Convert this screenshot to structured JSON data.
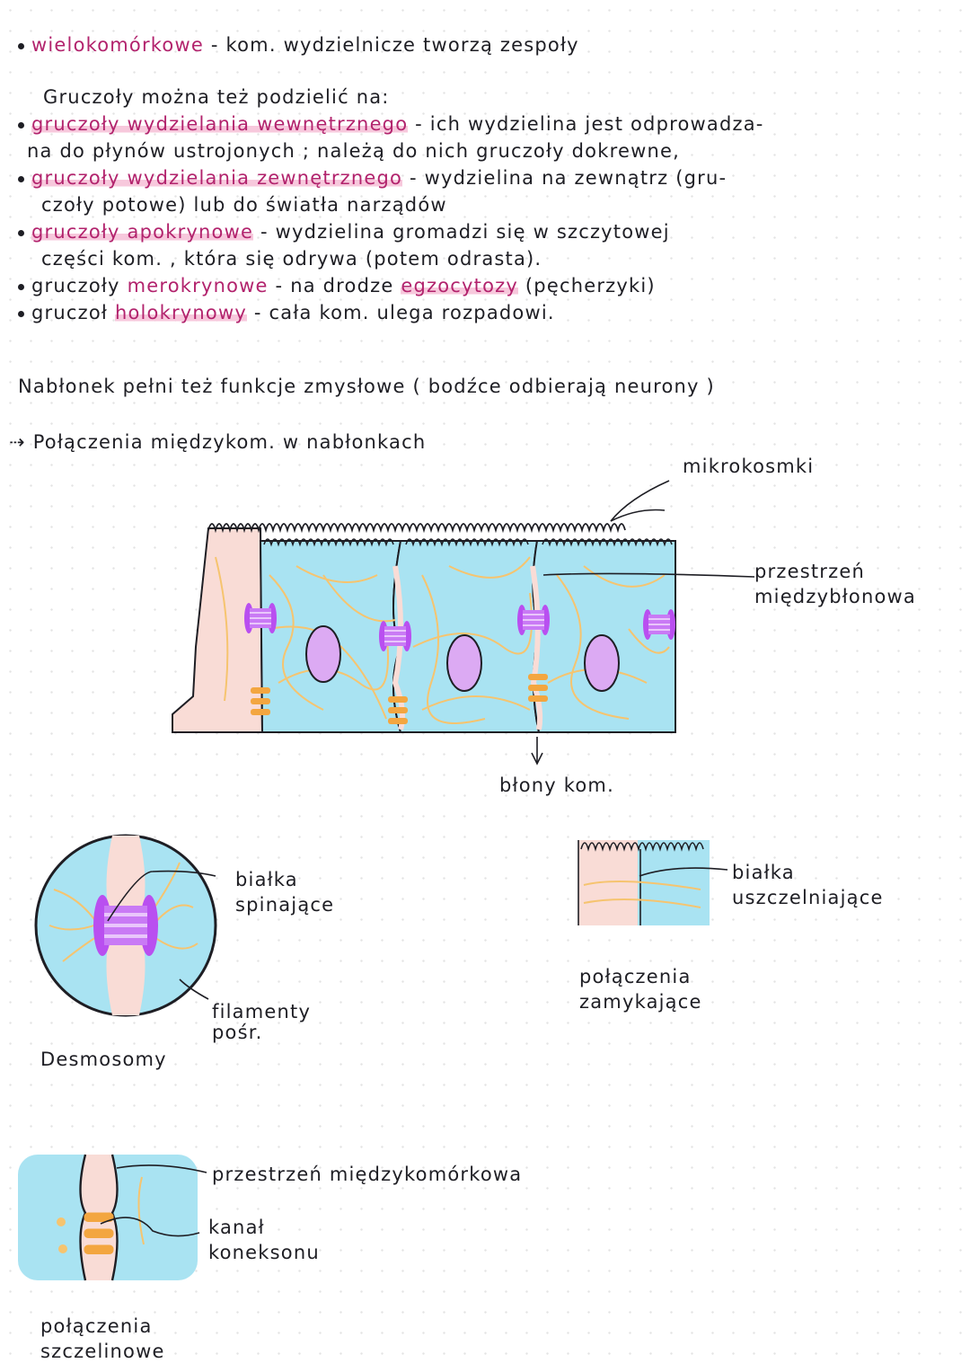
{
  "text": {
    "l1_pink": "wielokomórkowe",
    "l1_rest": "- kom. wydzielnicze tworzą zespoły",
    "l2": "Gruczoły można też podzielić na:",
    "l3_hl": "gruczoły wydzielania wewnętrznego",
    "l3_rest": "- ich wydzielina jest odprowadza-",
    "l4": "na do płynów ustrojonych ; należą do nich gruczoły dokrewne,",
    "l5_hl": "gruczoły wydzielania zewnętrznego",
    "l5_rest": "- wydzielina na zewnątrz (gru-",
    "l6": "czoły potowe) lub do światła narządów",
    "l7_pink": "gruczoły apokrynowe",
    "l7_rest": "- wydzielina gromadzi się w szczytowej",
    "l8": "części kom. , która się odrywa (potem odrasta).",
    "l9_a": "gruczoły",
    "l9_pink": "merokrynowe",
    "l9_b": "- na drodze",
    "l9_pink2": "egzocytozy",
    "l9_c": "(pęcherzyki)",
    "l10_a": "gruczoł",
    "l10_pink": "holokrynowy",
    "l10_b": "- cała kom. ulega rozpadowi.",
    "l11": "Nabłonek pełni też funkcje zmysłowe ( bodźce odbierają neurony )",
    "l12_arrow": "⇢",
    "l12": "Połączenia międzykom. w nabłonkach"
  },
  "labels": {
    "mikrokosmki": "mikrokosmki",
    "przestrzen_miedzyblonowa": "przestrzeń międzybłonowa",
    "blony_kom": "błony kom.",
    "bialka_spinajace": "białka spinające",
    "filamenty_posr": "filamenty pośr.",
    "desmosomy": "Desmosomy",
    "bialka_uszczelniajace": "białka uszczelniające",
    "polaczenia_zamykajace": "połączenia zamykające",
    "przestrzen_miedzykomorkowa": "przestrzeń międzykomórkowa",
    "kanal_koneksonu": "kanał koneksonu",
    "polaczenia_szczelinowe": "połączenia szczelinowe"
  },
  "colors": {
    "pink_text": "#b2236d",
    "highlight": "#f7c8dc",
    "cell_blue": "#a9e3f2",
    "cell_pink": "#f9dcd6",
    "nucleus": "#dcaaf3",
    "desmosome_purple": "#b94ff0",
    "filament_orange": "#f6c46f",
    "gap_orange": "#f3a640"
  }
}
